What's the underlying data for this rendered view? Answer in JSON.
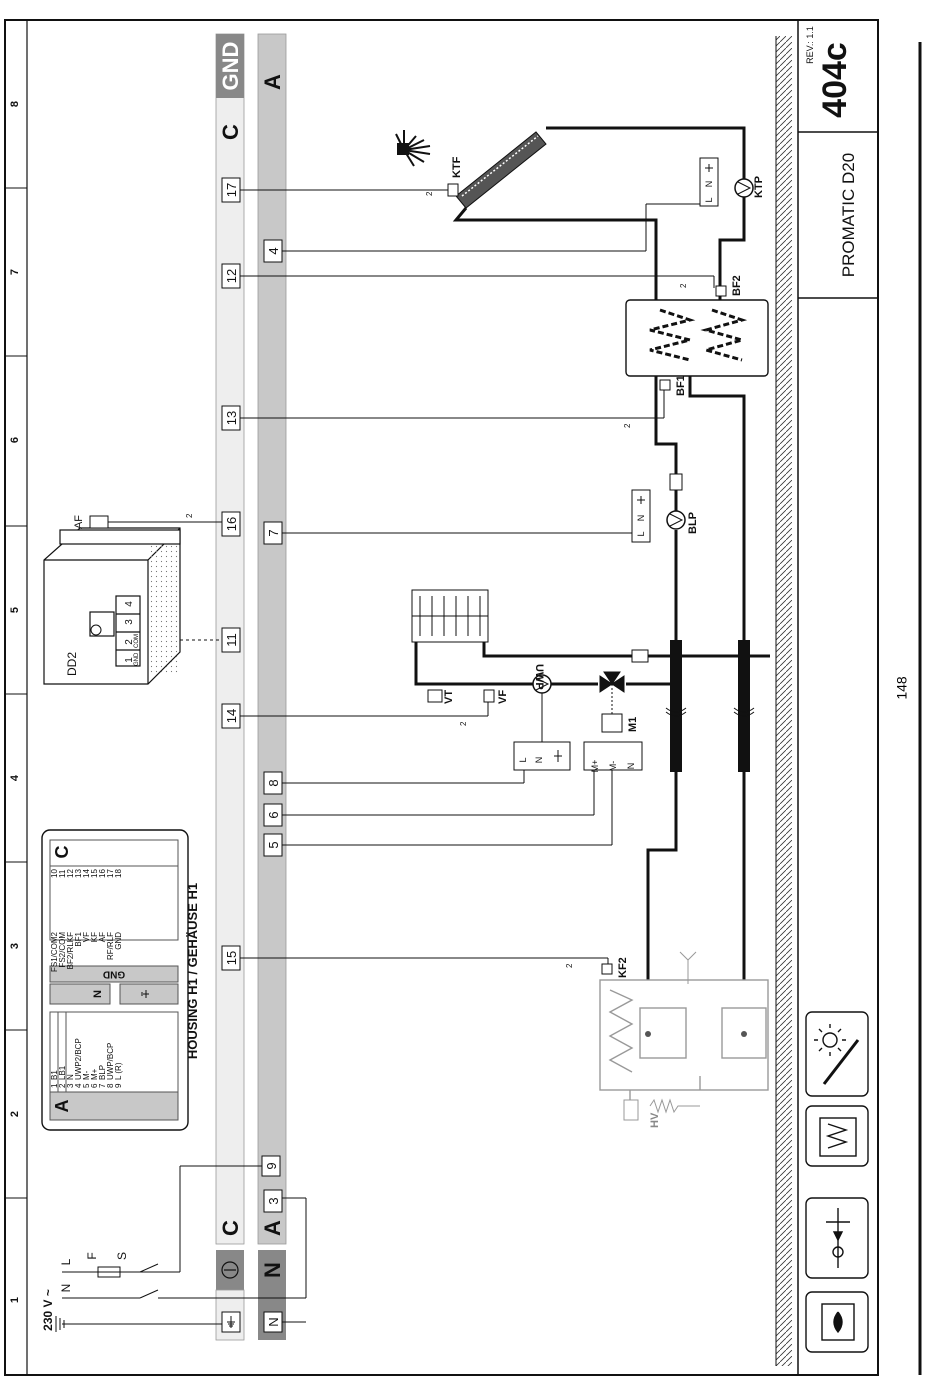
{
  "title_block": {
    "revision": "REV.: 1.1",
    "diagram_code": "404c",
    "model": "PROMATIC D20"
  },
  "page_number": "148",
  "housing_label": "HOUSING H1 / GEHÄUSE H1",
  "grid_numbers": [
    "1",
    "2",
    "3",
    "4",
    "5",
    "6",
    "7",
    "8"
  ],
  "supply": {
    "voltage": "230 V ~",
    "phase_L": "L",
    "neutral_N": "N",
    "fuse_F": "F",
    "switch_S": "S"
  },
  "bars": {
    "C_label": "C",
    "GND_label": "GND",
    "A_label": "A",
    "N_label": "N"
  },
  "terminals_C": [
    "17",
    "12",
    "13",
    "16",
    "11",
    "14",
    "15",
    "9"
  ],
  "terminals_A": [
    "4",
    "7",
    "8",
    "6",
    "5",
    "3"
  ],
  "terminal_N": "N",
  "components": {
    "KTF": "KTF",
    "KTP": "KTP",
    "BF1": "BF1",
    "BF2": "BF2",
    "BLP": "BLP",
    "UWP": "UWP",
    "VT": "VT",
    "VF": "VF",
    "M1": "M1",
    "KF2": "KF2",
    "HV": "HV",
    "AF": "AF",
    "DD2": "DD2"
  },
  "junction_labels": {
    "L": "L",
    "N": "N",
    "Mplus": "M+",
    "Mminus": "M-"
  },
  "dd2_terminals": [
    "1",
    "2",
    "3",
    "4"
  ],
  "dd2_sub": [
    "GND",
    "COM"
  ],
  "legend_A": {
    "header": "A",
    "rows": [
      {
        "no": "1",
        "name": "B1"
      },
      {
        "no": "2",
        "name": "LB1"
      },
      {
        "no": "3",
        "name": "N"
      },
      {
        "no": "4",
        "name": "UWP2/BCP"
      },
      {
        "no": "5",
        "name": "M-"
      },
      {
        "no": "6",
        "name": "M+"
      },
      {
        "no": "7",
        "name": "BLP"
      },
      {
        "no": "8",
        "name": "UWP/BCP"
      },
      {
        "no": "9",
        "name": "L (R)"
      }
    ]
  },
  "legend_mid": {
    "gnd": "GND",
    "n": "N"
  },
  "legend_C": {
    "header": "C",
    "rows": [
      {
        "no": "10",
        "name": "FS1/COM2"
      },
      {
        "no": "11",
        "name": "FS2/COM"
      },
      {
        "no": "12",
        "name": "BF2/RLKF"
      },
      {
        "no": "13",
        "name": "BF1"
      },
      {
        "no": "14",
        "name": "VF"
      },
      {
        "no": "15",
        "name": "KF"
      },
      {
        "no": "16",
        "name": "AF"
      },
      {
        "no": "17",
        "name": "RF/RLF"
      },
      {
        "no": "18",
        "name": "GND"
      }
    ]
  },
  "wire_marks": "2"
}
